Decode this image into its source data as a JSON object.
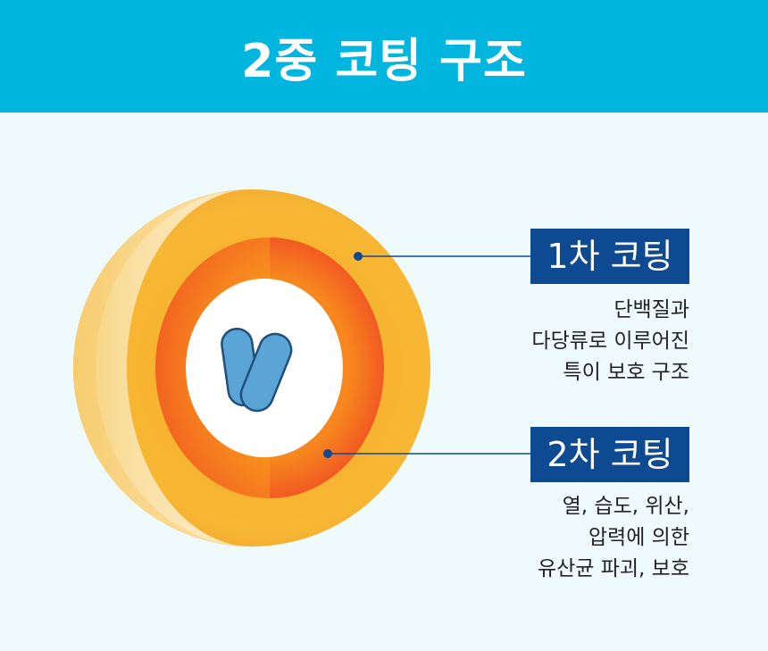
{
  "title": "2중 코팅 구조",
  "layers": [
    {
      "label": "1차 코팅",
      "description": [
        "단백질과",
        "다당류로 이루어진",
        "특이 보호 구조"
      ]
    },
    {
      "label": "2차 코팅",
      "description": [
        "열, 습도, 위산,",
        "압력에 의한",
        "유산균 파괴, 보호"
      ]
    }
  ],
  "colors": {
    "header": "#00b5de",
    "background": "#eefafc",
    "label_box": "#0e4a92",
    "outer_layer": "#f7b733",
    "inner_layer": "#f15a22",
    "core": "#ffffff",
    "bacteria": "#5ba4d6"
  },
  "icons": [
    "probiotic-bacteria-icon"
  ]
}
